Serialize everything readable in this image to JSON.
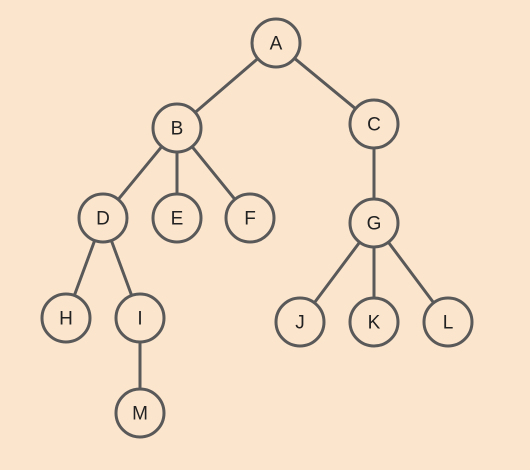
{
  "diagram": {
    "type": "tree",
    "background_color": "#fce5cd",
    "node_fill": "#fce5cd",
    "node_stroke": "#595959",
    "edge_color": "#595959",
    "text_color": "#222222",
    "nodes": [
      {
        "id": "A",
        "label": "A"
      },
      {
        "id": "B",
        "label": "B"
      },
      {
        "id": "C",
        "label": "C"
      },
      {
        "id": "D",
        "label": "D"
      },
      {
        "id": "E",
        "label": "E"
      },
      {
        "id": "F",
        "label": "F"
      },
      {
        "id": "G",
        "label": "G"
      },
      {
        "id": "H",
        "label": "H"
      },
      {
        "id": "I",
        "label": "I"
      },
      {
        "id": "J",
        "label": "J"
      },
      {
        "id": "K",
        "label": "K"
      },
      {
        "id": "L",
        "label": "L"
      },
      {
        "id": "M",
        "label": "M"
      }
    ],
    "edges": [
      {
        "from": "A",
        "to": "B"
      },
      {
        "from": "A",
        "to": "C"
      },
      {
        "from": "B",
        "to": "D"
      },
      {
        "from": "B",
        "to": "E"
      },
      {
        "from": "B",
        "to": "F"
      },
      {
        "from": "C",
        "to": "G"
      },
      {
        "from": "D",
        "to": "H"
      },
      {
        "from": "D",
        "to": "I"
      },
      {
        "from": "I",
        "to": "M"
      },
      {
        "from": "G",
        "to": "J"
      },
      {
        "from": "G",
        "to": "K"
      },
      {
        "from": "G",
        "to": "L"
      }
    ]
  }
}
